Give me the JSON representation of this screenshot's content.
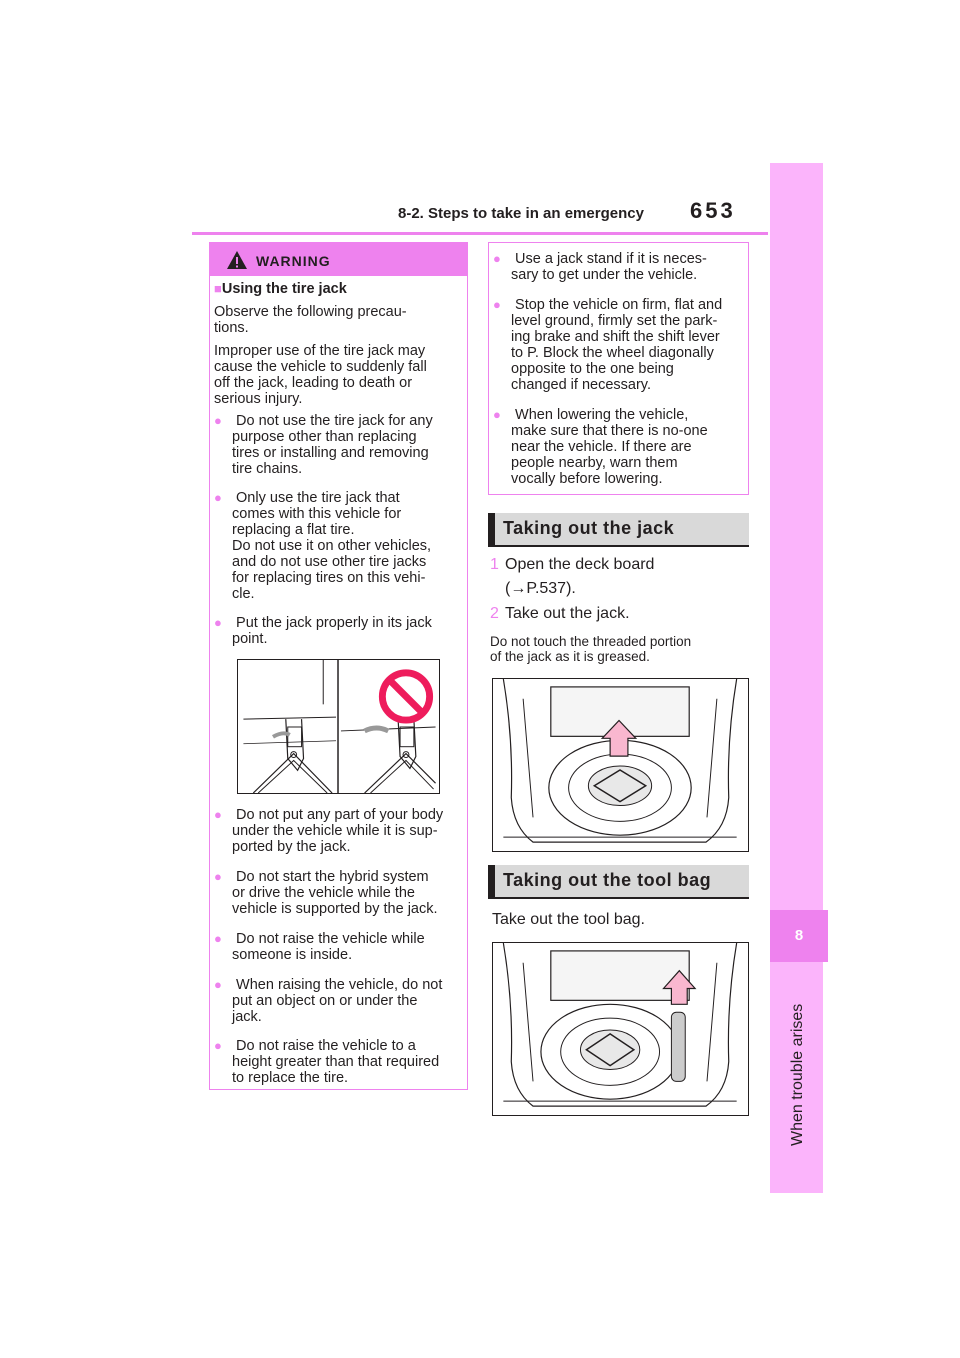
{
  "header": {
    "section": "8-2. Steps to take in an emergency",
    "page_number": "653"
  },
  "side_tab": {
    "chapter_number": "8",
    "chapter_title": "When trouble arises"
  },
  "warning": {
    "title": "WARNING",
    "heading": "Using the tire jack",
    "intro_1": "Observe the following precau-",
    "intro_2": "tions.",
    "intro_3": "Improper use of the tire jack may",
    "intro_4": "cause the vehicle to suddenly fall",
    "intro_5": "off the jack, leading to death or",
    "intro_6": "serious injury.",
    "b1_1": "Do not use the tire jack for any",
    "b1_2": "purpose other than replacing",
    "b1_3": "tires or installing and removing",
    "b1_4": "tire chains.",
    "b2_1": "Only use the tire jack that",
    "b2_2": "comes with this vehicle for",
    "b2_3": "replacing a flat tire.",
    "b2_4": "Do not use it on other vehicles,",
    "b2_5": "and do not use other tire jacks",
    "b2_6": "for replacing tires on this vehi-",
    "b2_7": "cle.",
    "b3_1": "Put the jack properly in its jack",
    "b3_2": "point.",
    "b4_1": "Do not put any part of your body",
    "b4_2": "under the vehicle while it is sup-",
    "b4_3": "ported by the jack.",
    "b5_1": "Do not start the hybrid system",
    "b5_2": "or drive the vehicle while the",
    "b5_3": "vehicle is supported by the jack.",
    "b6_1": "Do not raise the vehicle while",
    "b6_2": "someone is inside.",
    "b7_1": "When raising the vehicle, do not",
    "b7_2": "put an object on or under the",
    "b7_3": "jack.",
    "b8_1": "Do not raise the vehicle to a",
    "b8_2": "height greater than that required",
    "b8_3": "to replace the tire."
  },
  "warning_cont": {
    "b1_1": "Use a jack stand if it is neces-",
    "b1_2": "sary to get under the vehicle.",
    "b2_1": "Stop the vehicle on firm, flat and",
    "b2_2": "level ground, firmly set the park-",
    "b2_3": "ing brake and shift the shift lever",
    "b2_4": "to P. Block the wheel diagonally",
    "b2_5": "opposite to the one being",
    "b2_6": "changed if necessary.",
    "b3_1": "When lowering the vehicle,",
    "b3_2": "make sure that there is no-one",
    "b3_3": "near the vehicle. If there are",
    "b3_4": "people nearby, warn them",
    "b3_5": "vocally before lowering."
  },
  "jack_section": {
    "title": "Taking out the jack",
    "step1_num": "1",
    "step1_a": "Open the deck board",
    "step1_b": "(→P.537).",
    "step2_num": "2",
    "step2": "Take out the jack.",
    "note_1": "Do not touch the threaded portion",
    "note_2": "of the jack as it is greased."
  },
  "toolbag_section": {
    "title": "Taking out the tool bag",
    "text": "Take out the tool bag."
  },
  "colors": {
    "accent": "#ee82ee",
    "side_strip": "#fbb4fb",
    "section_bg": "#d9d9d9",
    "text": "#231f20"
  }
}
